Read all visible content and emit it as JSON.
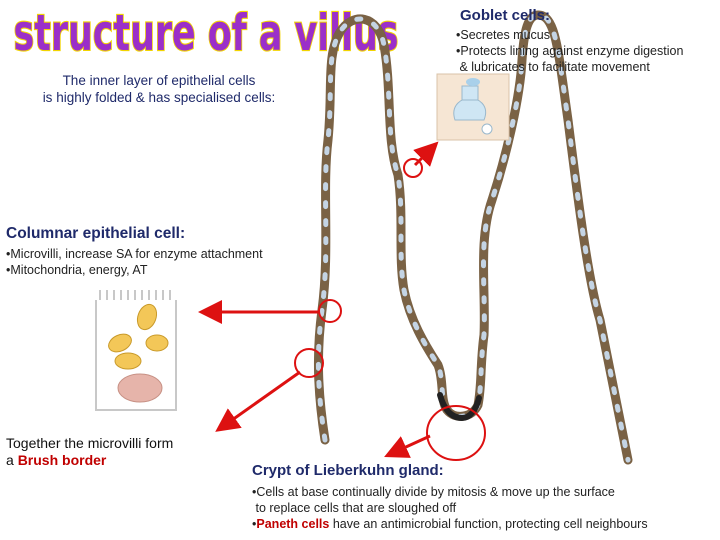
{
  "title": "structure of a villus",
  "inner_layer": {
    "line1": "The inner layer of epithelial cells",
    "line2": "is highly folded & has specialised cells:"
  },
  "goblet": {
    "heading": "Goblet cells:",
    "bullet1": "•Secretes mucus",
    "bullet2": "•Protects lining against enzyme digestion",
    "bullet3": " & lubricates to facilitate movement"
  },
  "columnar": {
    "heading": "Columnar epithelial cell:",
    "bullet1": "•Microvilli, increase SA for enzyme attachment",
    "bullet2": "•Mitochondria, energy, AT"
  },
  "brush_border": {
    "line1": "Together the microvilli form",
    "line2_prefix": "a ",
    "line2_highlight": "Brush border"
  },
  "crypt": {
    "heading": "Crypt of Lieberkuhn gland:",
    "bullet1": "•Cells at base continually divide by mitosis & move up the surface",
    "bullet2": " to replace cells that are sloughed off",
    "bullet3_prefix": "•",
    "bullet3_highlight": "Paneth cells",
    "bullet3_rest": " have an antimicrobial function, protecting cell neighbours"
  },
  "colors": {
    "title_fill": "#9b2fc9",
    "title_stroke": "#f2d400",
    "heading_blue": "#1f2a6a",
    "arrow_red": "#dd1111",
    "villus_brown": "#7a6245",
    "villus_dots": "#c4d4e4"
  }
}
